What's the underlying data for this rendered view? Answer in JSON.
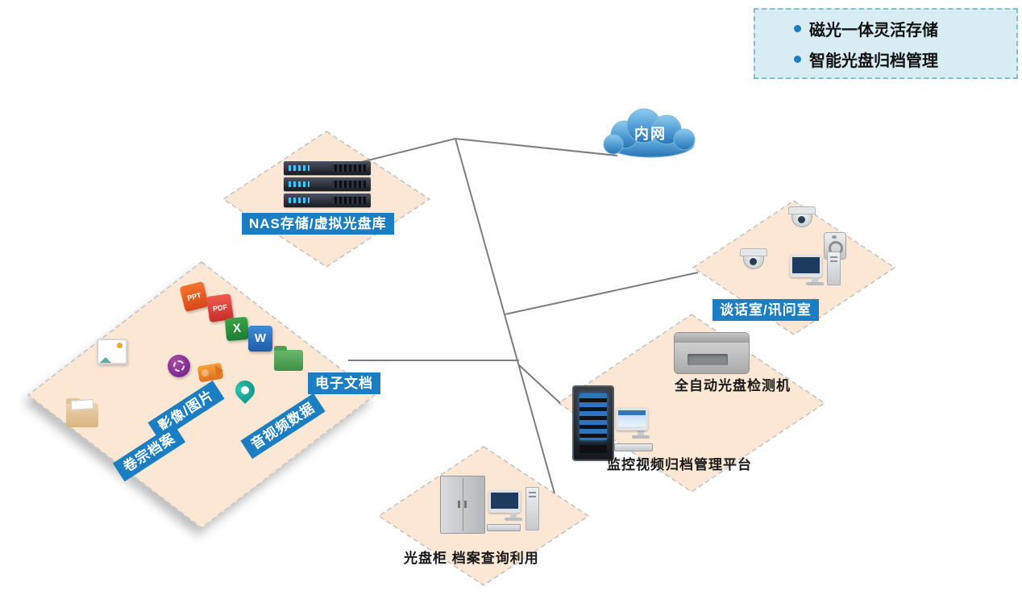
{
  "legend": {
    "items": [
      {
        "label": "磁光一体灵活存储"
      },
      {
        "label": "智能光盘归档管理"
      }
    ]
  },
  "cloud": {
    "label": "内网"
  },
  "nas": {
    "label": "NAS存储/虚拟光盘库"
  },
  "interview": {
    "label": "谈话室/讯问室"
  },
  "monitoring": {
    "detector_label": "全自动光盘检测机",
    "platform_label": "监控视频归档管理平台"
  },
  "cabinet": {
    "label": "光盘柜  档案查询利用"
  },
  "archive": {
    "edoc_label": "电子文档",
    "image_label": "影像/图片",
    "av_label": "音视频数据",
    "dossier_label": "卷宗档案",
    "ppt": "PPT",
    "pdf": "PDF",
    "excel": "X",
    "word": "W"
  },
  "colors": {
    "accent_blue": "#1b7ec2",
    "diamond_fill": "#fbe7d4",
    "legend_bg": "#d8ecf4",
    "cloud_blue": "#2f7cba",
    "line_gray": "#7d7d7d"
  }
}
